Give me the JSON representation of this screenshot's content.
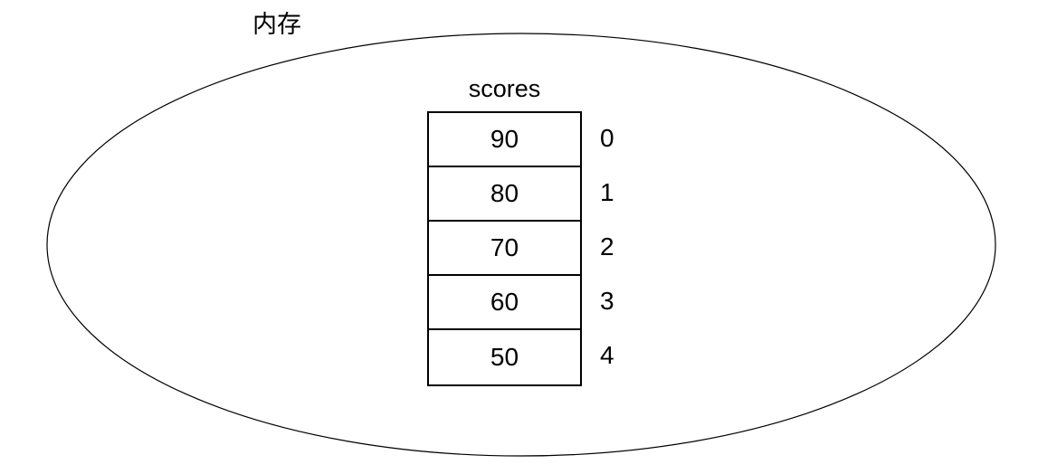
{
  "diagram": {
    "memory_label": "内存",
    "array": {
      "title": "scores",
      "cells": [
        {
          "value": "90",
          "index": "0"
        },
        {
          "value": "80",
          "index": "1"
        },
        {
          "value": "70",
          "index": "2"
        },
        {
          "value": "60",
          "index": "3"
        },
        {
          "value": "50",
          "index": "4"
        }
      ]
    },
    "colors": {
      "stroke": "#000000",
      "background": "#ffffff",
      "text": "#000000"
    }
  }
}
